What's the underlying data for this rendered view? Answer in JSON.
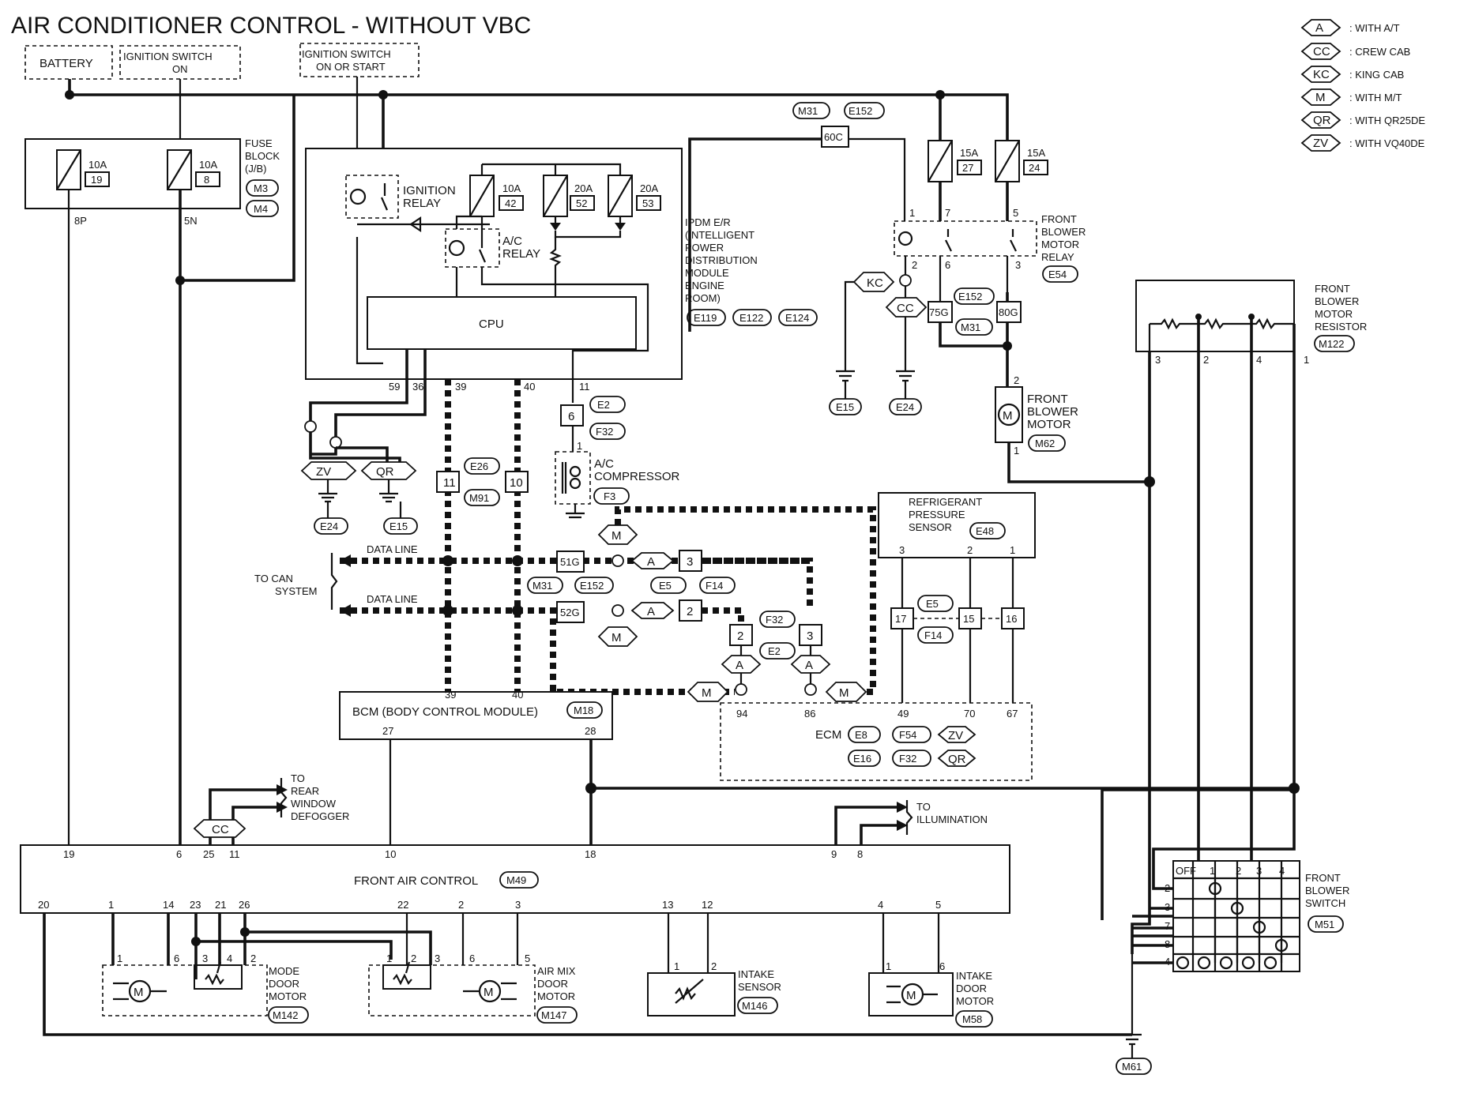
{
  "title": "AIR CONDITIONER CONTROL - WITHOUT VBC",
  "legend": [
    {
      "code": "A",
      "text": ": WITH A/T"
    },
    {
      "code": "CC",
      "text": ": CREW CAB"
    },
    {
      "code": "KC",
      "text": ": KING CAB"
    },
    {
      "code": "M",
      "text": ": WITH M/T"
    },
    {
      "code": "QR",
      "text": ": WITH QR25DE"
    },
    {
      "code": "ZV",
      "text": ": WITH VQ40DE"
    }
  ],
  "supplies": {
    "battery": "BATTERY",
    "ign_on_1": "IGNITION SWITCH",
    "ign_on_2": "ON",
    "ign_start_1": "IGNITION SWITCH",
    "ign_start_2": "ON OR START"
  },
  "fuse_block": {
    "label": [
      "FUSE",
      "BLOCK",
      "(J/B)"
    ],
    "connectors": [
      "M3",
      "M4"
    ],
    "fuses": [
      {
        "amp": "10A",
        "num": "19",
        "pin": "8P"
      },
      {
        "amp": "10A",
        "num": "8",
        "pin": "5N"
      }
    ]
  },
  "ipdm": {
    "label": [
      "IPDM E/R",
      "(INTELLIGENT",
      "POWER",
      "DISTRIBUTION",
      "MODULE",
      "ENGINE",
      "ROOM)"
    ],
    "connectors": [
      "E119",
      "E122",
      "E124"
    ],
    "ignition_relay": [
      "IGNITION",
      "RELAY"
    ],
    "ac_relay": [
      "A/C",
      "RELAY"
    ],
    "cpu": "CPU",
    "fuses": [
      {
        "amp": "10A",
        "num": "42"
      },
      {
        "amp": "20A",
        "num": "52"
      },
      {
        "amp": "20A",
        "num": "53"
      }
    ],
    "pins": [
      "59",
      "36",
      "39",
      "40",
      "11"
    ]
  },
  "blower_relay": {
    "label": [
      "FRONT",
      "BLOWER",
      "MOTOR",
      "RELAY"
    ],
    "connector": "E54",
    "fuses": [
      {
        "amp": "15A",
        "num": "27"
      },
      {
        "amp": "15A",
        "num": "24"
      }
    ],
    "pins": [
      "1",
      "7",
      "5",
      "2",
      "6",
      "3"
    ]
  },
  "blower_motor": {
    "label": [
      "FRONT",
      "BLOWER",
      "MOTOR"
    ],
    "connector": "M62",
    "pins": [
      "2",
      "1"
    ]
  },
  "blower_resistor": {
    "label": [
      "FRONT",
      "BLOWER",
      "MOTOR",
      "RESISTOR"
    ],
    "connector": "M122",
    "pins": [
      "3",
      "2",
      "4",
      "1"
    ]
  },
  "joints": {
    "j1": "60C",
    "j2": "75G",
    "j3": "80G",
    "j4": "51G",
    "j5": "52G",
    "c1": "M31",
    "c2": "E152"
  },
  "grounds": {
    "g1": "E15",
    "g2": "E24",
    "g3": "E24",
    "g4": "E15",
    "g5": "M61"
  },
  "compressor": {
    "label": [
      "A/C",
      "COMPRESSOR"
    ],
    "connector": "F3",
    "pin": "1",
    "conn_num": "6",
    "conns": [
      "E2",
      "F32"
    ]
  },
  "can": {
    "to_can": [
      "TO CAN",
      "SYSTEM"
    ],
    "data_line": "DATA LINE",
    "conn_pins": [
      "11",
      "10"
    ],
    "conns": [
      "E26",
      "M91",
      "M31",
      "E152",
      "E5",
      "F14",
      "F32",
      "E2"
    ],
    "inline_pins": [
      "3",
      "2",
      "2",
      "3"
    ]
  },
  "refrig_sensor": {
    "label": [
      "REFRIGERANT",
      "PRESSURE",
      "SENSOR"
    ],
    "connector": "E48",
    "pins": [
      "3",
      "2",
      "1"
    ],
    "inline": [
      "17",
      "15",
      "16"
    ],
    "conns": [
      "E5",
      "F14"
    ]
  },
  "bcm": {
    "label": "BCM (BODY CONTROL MODULE)",
    "connector": "M18",
    "pins": [
      "39",
      "40",
      "27",
      "28"
    ]
  },
  "ecm": {
    "label": "ECM",
    "connectors": [
      "E8",
      "F54",
      "E16",
      "F32"
    ],
    "options": [
      "ZV",
      "QR"
    ],
    "pins": [
      "94",
      "86",
      "49",
      "70",
      "67"
    ]
  },
  "rear_defogger": [
    "TO",
    "REAR",
    "WINDOW",
    "DEFOGGER"
  ],
  "illumination": [
    "TO",
    "ILLUMINATION"
  ],
  "front_air_control": {
    "label": "FRONT AIR CONTROL",
    "connector": "M49",
    "top_pins": [
      "19",
      "6",
      "25",
      "11",
      "10",
      "18",
      "9",
      "8"
    ],
    "bottom_pins": [
      "20",
      "1",
      "14",
      "23",
      "21",
      "26",
      "22",
      "2",
      "3",
      "13",
      "12",
      "4",
      "5"
    ]
  },
  "mode_door": {
    "label": [
      "MODE",
      "DOOR",
      "MOTOR"
    ],
    "connector": "M142",
    "pins": [
      "1",
      "6",
      "3",
      "4",
      "2"
    ]
  },
  "air_mix": {
    "label": [
      "AIR MIX",
      "DOOR",
      "MOTOR"
    ],
    "connector": "M147",
    "pins": [
      "1",
      "2",
      "3",
      "6",
      "5"
    ]
  },
  "intake_sensor": {
    "label": [
      "INTAKE",
      "SENSOR"
    ],
    "connector": "M146",
    "pins": [
      "1",
      "2"
    ]
  },
  "intake_door": {
    "label": [
      "INTAKE",
      "DOOR",
      "MOTOR"
    ],
    "connector": "M58",
    "pins": [
      "1",
      "6"
    ]
  },
  "blower_switch": {
    "label": [
      "FRONT",
      "BLOWER",
      "SWITCH"
    ],
    "connector": "M51",
    "positions": [
      "OFF",
      "1",
      "2",
      "3",
      "4"
    ],
    "rows": [
      "2",
      "3",
      "7",
      "8",
      "4"
    ]
  },
  "motor_symbol": "M"
}
